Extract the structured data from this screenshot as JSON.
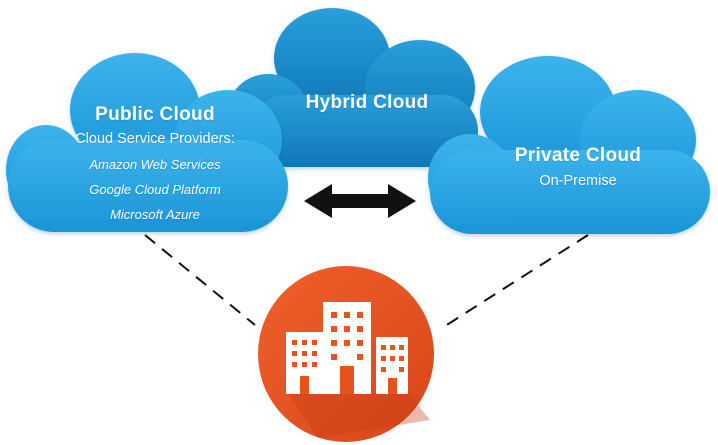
{
  "public_cloud": {
    "title": "Public Cloud",
    "subtitle": "Cloud Service Providers:",
    "providers": [
      "Amazon Web Services",
      "Google Cloud Platform",
      "Microsoft Azure"
    ]
  },
  "hybrid_cloud": {
    "title": "Hybrid Cloud"
  },
  "private_cloud": {
    "title": "Private Cloud",
    "subtitle": "On-Premise"
  },
  "colors": {
    "cloud_blue": "#1f9ee0",
    "cloud_blue_light": "#3fb5ee",
    "cloud_blue_dark": "#0f7fc0",
    "building_circle": "#e8521f",
    "arrow": "#111111",
    "connector": "#111111"
  },
  "icons": {
    "connection": "double-arrow-icon",
    "organization": "office-buildings-icon"
  }
}
